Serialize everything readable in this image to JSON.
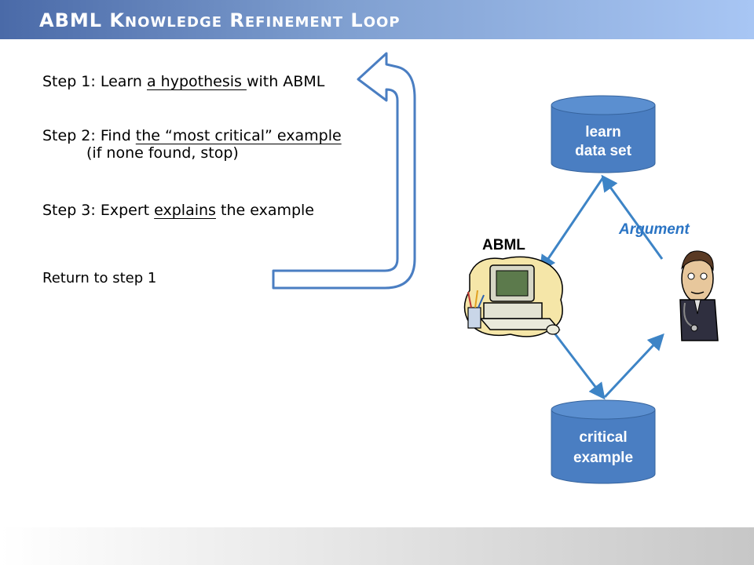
{
  "title": {
    "words": [
      {
        "first": "ABML",
        "rest": ""
      },
      {
        "first": "K",
        "rest": "NOWLEDGE"
      },
      {
        "first": "R",
        "rest": "EFINEMENT"
      },
      {
        "first": "L",
        "rest": "OOP"
      }
    ]
  },
  "steps": {
    "step1": {
      "prefix": "Step 1: Learn ",
      "link": "a hypothesis ",
      "suffix": "with ABML"
    },
    "step2": {
      "prefix": "Step 2: Find ",
      "link": "the “most critical” example",
      "sub": "(if none found, stop)"
    },
    "step3": {
      "prefix": "Step 3: Expert ",
      "link": "explains",
      "suffix": " the example"
    },
    "return": "Return to step 1"
  },
  "diagram": {
    "learn_line1": "learn",
    "learn_line2": "data set",
    "critical_line1": "critical",
    "critical_line2": "example",
    "abml_label": "ABML",
    "argument_label": "Argument",
    "icons": [
      "computer-clipart-icon",
      "doctor-clipart-icon"
    ],
    "colors": {
      "cylinder": "#4a7ec2",
      "arrow": "#3d84c6",
      "loop_arrow": "#4a7ec2"
    }
  }
}
